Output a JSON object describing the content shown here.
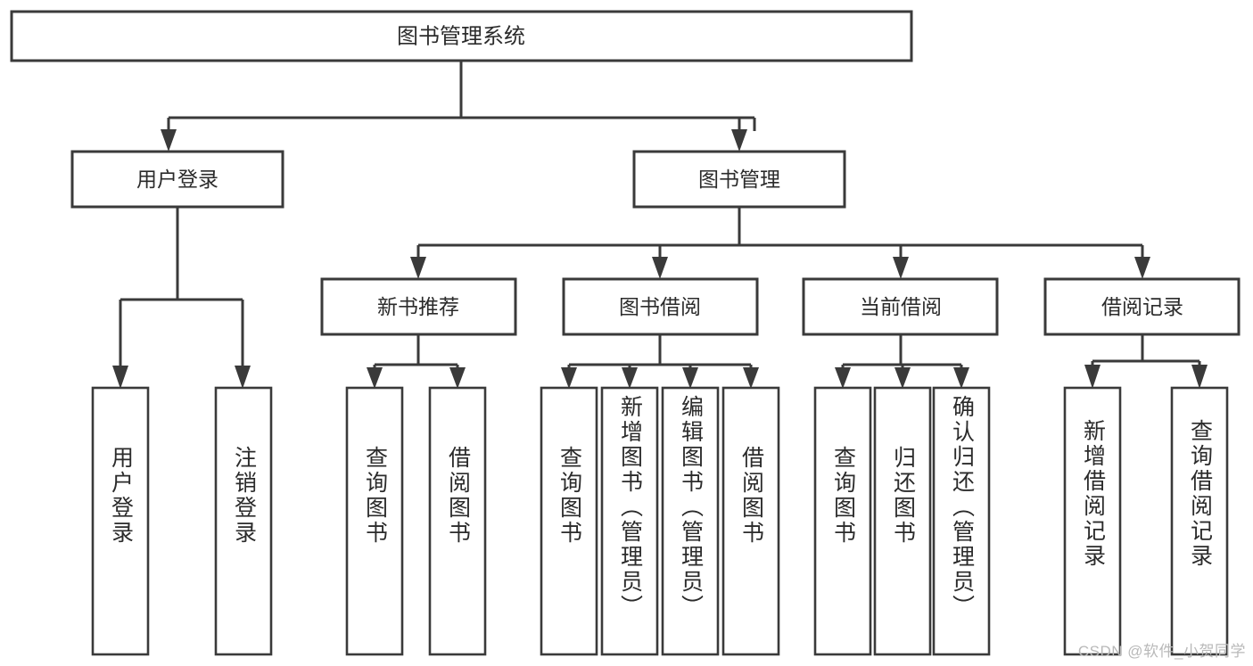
{
  "diagram": {
    "type": "tree",
    "title_node": {
      "label": "图书管理系统"
    },
    "level2": [
      {
        "label": "用户登录"
      },
      {
        "label": "图书管理"
      }
    ],
    "level3": [
      {
        "label": "新书推荐"
      },
      {
        "label": "图书借阅"
      },
      {
        "label": "当前借阅"
      },
      {
        "label": "借阅记录"
      }
    ],
    "leaves": {
      "user_login": [
        {
          "label": "用户登录"
        },
        {
          "label": "注销登录"
        }
      ],
      "new_book_recommend": [
        {
          "label": "查询图书"
        },
        {
          "label": "借阅图书"
        }
      ],
      "book_borrow": [
        {
          "label": "查询图书"
        },
        {
          "label": "新增图书（管理员）"
        },
        {
          "label": "编辑图书（管理员）"
        },
        {
          "label": "借阅图书"
        }
      ],
      "current_borrow": [
        {
          "label": "查询图书"
        },
        {
          "label": "归还图书"
        },
        {
          "label": "确认归还（管理员）"
        }
      ],
      "borrow_record": [
        {
          "label": "新增借阅记录"
        },
        {
          "label": "查询借阅记录"
        }
      ]
    }
  },
  "watermark": {
    "text": "CSDN @软件_小贺同学"
  },
  "colors": {
    "stroke": "#3a3a3a",
    "text": "#2b2b2b",
    "background": "#ffffff",
    "watermark": "#b9b9b9"
  }
}
